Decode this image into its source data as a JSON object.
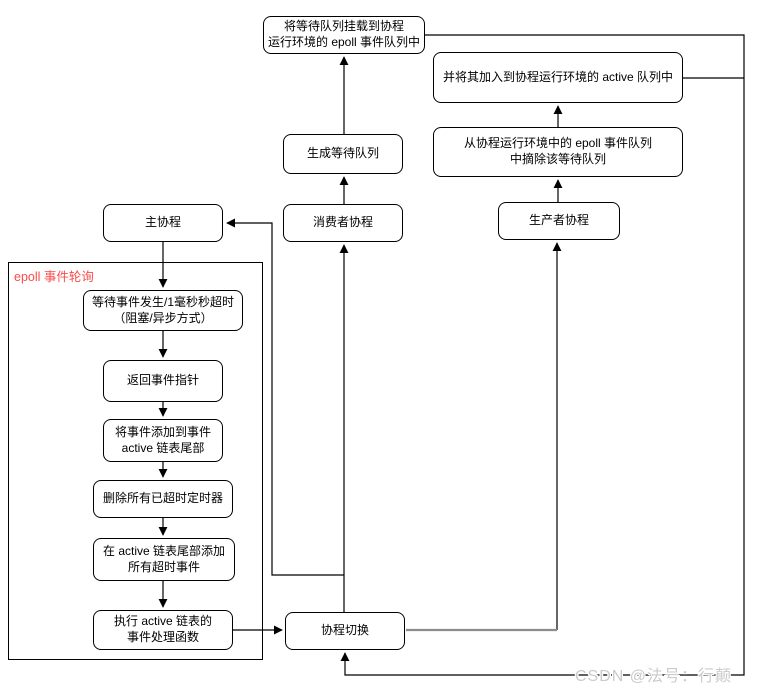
{
  "diagram_title": "epoll coroutine event-loop flowchart",
  "region": {
    "label": "epoll 事件轮询"
  },
  "nodes": {
    "mount": {
      "label": "将等待队列挂载到协程\n运行环境的 epoll 事件队列中"
    },
    "enqueue": {
      "label": "并将其加入到协程运行环境的 active 队列中"
    },
    "detach": {
      "label": "从协程运行环境中的 epoll 事件队列\n中摘除该等待队列"
    },
    "gen": {
      "label": "生成等待队列"
    },
    "main": {
      "label": "主协程"
    },
    "consumer": {
      "label": "消费者协程"
    },
    "producer": {
      "label": "生产者协程"
    },
    "wait": {
      "label": "等待事件发生/1毫秒秒超时\n（阻塞/异步方式）"
    },
    "return": {
      "label": "返回事件指针"
    },
    "append": {
      "label": "将事件添加到事件\nactive 链表尾部"
    },
    "del": {
      "label": "删除所有已超时定时器"
    },
    "timeout": {
      "label": "在 active 链表尾部添加\n所有超时事件"
    },
    "exec": {
      "label": "执行 active 链表的\n事件处理函数"
    },
    "switch": {
      "label": "协程切换"
    }
  },
  "edges": [
    {
      "from": "gen",
      "to": "mount"
    },
    {
      "from": "consumer",
      "to": "gen"
    },
    {
      "from": "mount",
      "to": "switch",
      "route": "right-down-left"
    },
    {
      "from": "enqueue",
      "to": "switch",
      "route": "joins right loop"
    },
    {
      "from": "detach",
      "to": "enqueue"
    },
    {
      "from": "producer",
      "to": "detach"
    },
    {
      "from": "switch",
      "to": "producer",
      "route": "right-up, gray horizontal segment"
    },
    {
      "from": "switch",
      "to": "consumer"
    },
    {
      "from": "switch",
      "to": "main",
      "route": "up-left-up-left"
    },
    {
      "from": "main",
      "to": "wait"
    },
    {
      "from": "wait",
      "to": "return"
    },
    {
      "from": "return",
      "to": "append"
    },
    {
      "from": "append",
      "to": "del"
    },
    {
      "from": "del",
      "to": "timeout"
    },
    {
      "from": "timeout",
      "to": "exec"
    },
    {
      "from": "exec",
      "to": "switch"
    }
  ],
  "watermark": {
    "text": "CSDN @法号：行颠"
  },
  "colors": {
    "region_label": "#fb4a4a",
    "edge": "#000000",
    "edge_gray": "#8c8c8c",
    "watermark": "#cbcbcb",
    "node_border": "#000000",
    "background": "#ffffff"
  }
}
